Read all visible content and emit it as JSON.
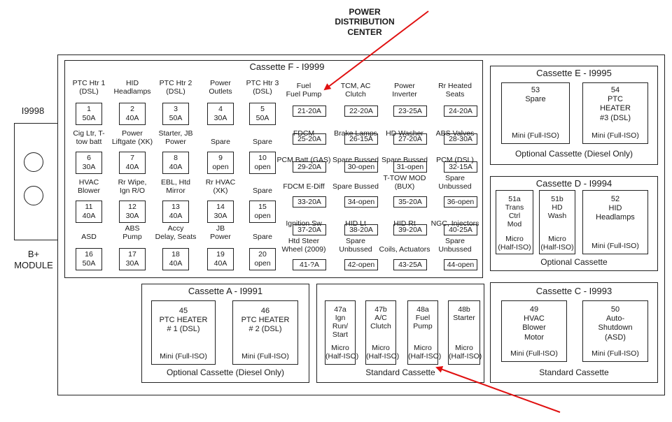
{
  "title": {
    "line1": "POWER",
    "line2": "DISTRIBUTION",
    "line3": "CENTER"
  },
  "b_module": {
    "id": "I9998",
    "label1": "B+",
    "label2": "MODULE"
  },
  "cassette_f": {
    "title": "Cassette F - I9999",
    "fuses": [
      {
        "l1": "PTC Htr 1",
        "l2": "(DSL)",
        "n": "1",
        "v": "50A"
      },
      {
        "l1": "HID",
        "l2": "Headlamps",
        "n": "2",
        "v": "40A"
      },
      {
        "l1": "PTC Htr 2",
        "l2": "(DSL)",
        "n": "3",
        "v": "50A"
      },
      {
        "l1": "Power",
        "l2": "Outlets",
        "n": "4",
        "v": "30A"
      },
      {
        "l1": "PTC Htr 3",
        "l2": "(DSL)",
        "n": "5",
        "v": "50A"
      },
      {
        "l1": "Cig Ltr, T-",
        "l2": "tow batt",
        "n": "6",
        "v": "30A"
      },
      {
        "l1": "Power",
        "l2": "Liftgate (XK)",
        "n": "7",
        "v": "40A"
      },
      {
        "l1": "Starter, JB",
        "l2": "Power",
        "n": "8",
        "v": "40A"
      },
      {
        "l1": "",
        "l2": "Spare",
        "n": "9",
        "v": "open"
      },
      {
        "l1": "",
        "l2": "Spare",
        "n": "10",
        "v": "open"
      },
      {
        "l1": "HVAC",
        "l2": "Blower",
        "n": "11",
        "v": "40A"
      },
      {
        "l1": "Rr Wipe,",
        "l2": "Ign R/O",
        "n": "12",
        "v": "30A"
      },
      {
        "l1": "EBL, Htd",
        "l2": "Mirror",
        "n": "13",
        "v": "40A"
      },
      {
        "l1": "Rr HVAC",
        "l2": "(XK)",
        "n": "14",
        "v": "30A"
      },
      {
        "l1": "",
        "l2": "Spare",
        "n": "15",
        "v": "open"
      },
      {
        "l1": "",
        "l2": "ASD",
        "n": "16",
        "v": "50A"
      },
      {
        "l1": "ABS",
        "l2": "Pump",
        "n": "17",
        "v": "30A"
      },
      {
        "l1": "Accy",
        "l2": "Delay, Seats",
        "n": "18",
        "v": "40A"
      },
      {
        "l1": "JB",
        "l2": "Power",
        "n": "19",
        "v": "40A"
      },
      {
        "l1": "",
        "l2": "Spare",
        "n": "20",
        "v": "open"
      }
    ],
    "minis": [
      [
        {
          "l1": "Fuel",
          "l2": "Fuel Pump",
          "v": "21-20A"
        },
        {
          "l1": "TCM, AC",
          "l2": "Clutch",
          "v": "22-20A"
        },
        {
          "l1": "Power",
          "l2": "Inverter",
          "v": "23-25A"
        },
        {
          "l1": "Rr Heated",
          "l2": "Seats",
          "v": "24-20A"
        }
      ],
      [
        {
          "l1": "",
          "l2": "FDCM",
          "v": "25-20A"
        },
        {
          "l1": "",
          "l2": "Brake Lamps",
          "v": "26-15A"
        },
        {
          "l1": "",
          "l2": "HD Washer",
          "v": "27-20A"
        },
        {
          "l1": "",
          "l2": "ABS Valves",
          "v": "28-30A"
        }
      ],
      [
        {
          "l1": "",
          "l2": "PCM Batt (GAS)",
          "v": "29-20A"
        },
        {
          "l1": "",
          "l2": "Spare Bussed",
          "v": "30-open"
        },
        {
          "l1": "",
          "l2": "Spare Bussed",
          "v": "31-open"
        },
        {
          "l1": "",
          "l2": "PCM (DSL)",
          "v": "32-15A"
        }
      ],
      [
        {
          "l1": "",
          "l2": "FDCM E-Diff",
          "v": "33-20A"
        },
        {
          "l1": "",
          "l2": "Spare Bussed",
          "v": "34-open"
        },
        {
          "l1": "T-TOW MOD",
          "l2": "(BUX)",
          "v": "35-20A"
        },
        {
          "l1": "Spare",
          "l2": "Unbussed",
          "v": "36-open"
        }
      ],
      [
        {
          "l1": "",
          "l2": "Ignition Sw",
          "v": "37-20A"
        },
        {
          "l1": "",
          "l2": "HID Lt",
          "v": "38-20A"
        },
        {
          "l1": "",
          "l2": "HID Rt",
          "v": "39-20A"
        },
        {
          "l1": "",
          "l2": "NGC, Injectors",
          "v": "40-25A"
        }
      ],
      [
        {
          "l1": "Htd Steer",
          "l2": "Wheel (2009)",
          "v": "41-?A"
        },
        {
          "l1": "Spare",
          "l2": "Unbussed",
          "v": "42-open"
        },
        {
          "l1": "",
          "l2": "Coils, Actuators",
          "v": "43-25A"
        },
        {
          "l1": "Spare",
          "l2": "Unbussed",
          "v": "44-open"
        }
      ]
    ]
  },
  "cassette_e": {
    "title": "Cassette E - I9995",
    "slot1": {
      "n": "53",
      "name": "Spare",
      "type": "Mini (Full-ISO)"
    },
    "slot2": {
      "n": "54",
      "l1": "PTC",
      "l2": "HEATER",
      "l3": "#3 (DSL)",
      "type": "Mini (Full-ISO)"
    },
    "footer": "Optional Cassette (Diesel Only)"
  },
  "cassette_d": {
    "title": "Cassette D - I9994",
    "slot1": {
      "n": "51a",
      "l1": "Trans",
      "l2": "Ctrl",
      "l3": "Mod",
      "t1": "Micro",
      "t2": "(Half-ISO)"
    },
    "slot2": {
      "n": "51b",
      "l1": "HD",
      "l2": "Wash",
      "t1": "Micro",
      "t2": "(Half-ISO)"
    },
    "slot3": {
      "n": "52",
      "l1": "HID",
      "l2": "Headlamps",
      "type": "Mini (Full-ISO)"
    },
    "footer": "Optional Cassette"
  },
  "cassette_a": {
    "title": "Cassette A - I9991",
    "slot1": {
      "n": "45",
      "l1": "PTC HEATER",
      "l2": "# 1 (DSL)",
      "type": "Mini (Full-ISO)"
    },
    "slot2": {
      "n": "46",
      "l1": "PTC HEATER",
      "l2": "# 2 (DSL)",
      "type": "Mini (Full-ISO)"
    },
    "footer": "Optional Cassette (Diesel Only)"
  },
  "cassette_b": {
    "slots": [
      {
        "n": "47a",
        "l1": "Ign",
        "l2": "Run/",
        "l3": "Start",
        "t1": "Micro",
        "t2": "(Half-ISO)"
      },
      {
        "n": "47b",
        "l1": "A/C",
        "l2": "Clutch",
        "l3": "",
        "t1": "Micro",
        "t2": "(Half-ISO)"
      },
      {
        "n": "48a",
        "l1": "Fuel",
        "l2": "Pump",
        "l3": "",
        "t1": "Micro",
        "t2": "(Half-ISO)"
      },
      {
        "n": "48b",
        "l1": "Starter",
        "l2": "",
        "l3": "",
        "t1": "Micro",
        "t2": "(Half-ISO)"
      }
    ],
    "footer": "Standard Cassette"
  },
  "cassette_c": {
    "title": "Cassette C - I9993",
    "slot1": {
      "n": "49",
      "l1": "HVAC",
      "l2": "Blower",
      "l3": "Motor",
      "type": "Mini (Full-ISO)"
    },
    "slot2": {
      "n": "50",
      "l1": "Auto-",
      "l2": "Shutdown",
      "l3": "(ASD)",
      "type": "Mini (Full-ISO)"
    },
    "footer": "Standard Cassette"
  },
  "colors": {
    "arrow": "#e01010",
    "line": "#222222"
  }
}
